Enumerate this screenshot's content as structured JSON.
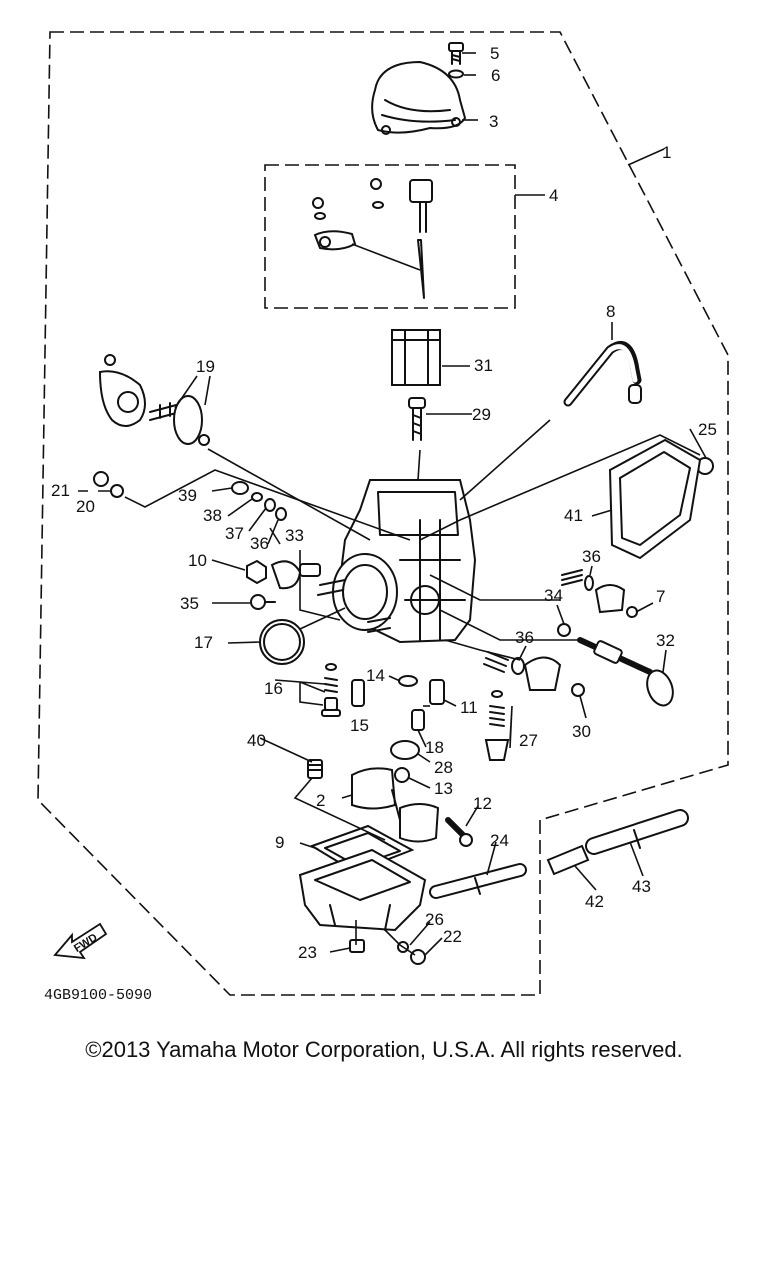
{
  "diagram": {
    "callouts": [
      "1",
      "2",
      "3",
      "4",
      "5",
      "6",
      "7",
      "8",
      "9",
      "10",
      "11",
      "12",
      "13",
      "14",
      "15",
      "16",
      "17",
      "18",
      "19",
      "20",
      "21",
      "22",
      "23",
      "24",
      "25",
      "26",
      "27",
      "28",
      "29",
      "30",
      "31",
      "32",
      "33",
      "34",
      "35",
      "36",
      "36",
      "36",
      "37",
      "38",
      "39",
      "40",
      "41",
      "42",
      "43"
    ],
    "fwd_label": "FWD",
    "drawing_code": "4GB9100-5090"
  },
  "copyright": "©2013 Yamaha Motor Corporation, U.S.A. All rights reserved."
}
